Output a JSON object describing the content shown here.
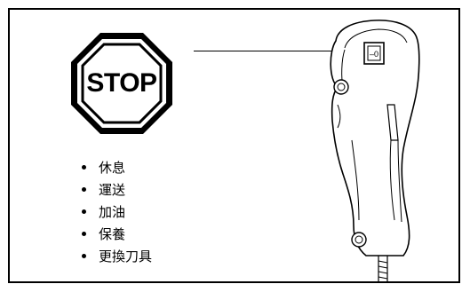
{
  "sign": {
    "text": "STOP",
    "stroke_color": "#000000",
    "fill_color": "#ffffff"
  },
  "device": {
    "switch_label": "–0",
    "icon": "hand-pendant-icon"
  },
  "actions": [
    {
      "label": "休息"
    },
    {
      "label": "運送"
    },
    {
      "label": "加油"
    },
    {
      "label": "保養"
    },
    {
      "label": "更換刀具"
    }
  ]
}
